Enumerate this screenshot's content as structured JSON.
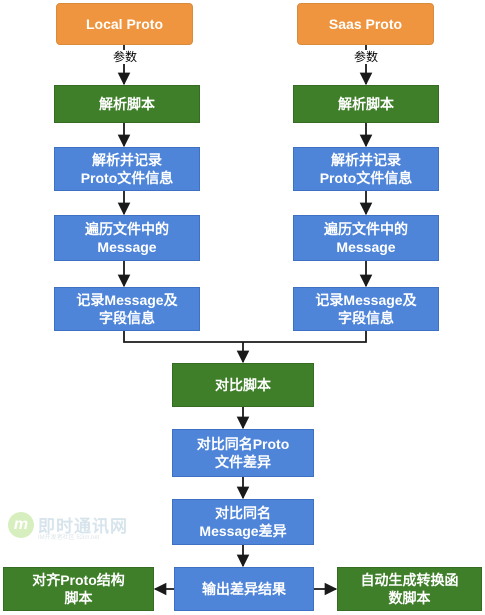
{
  "nodes": {
    "local_proto": "Local Proto",
    "saas_proto": "Saas Proto",
    "left_parse": "解析脚本",
    "left_record_file": "解析并记录\nProto文件信息",
    "left_traverse": "遍历文件中的\nMessage",
    "left_record_message": "记录Message及\n字段信息",
    "right_parse": "解析脚本",
    "right_record_file": "解析并记录\nProto文件信息",
    "right_traverse": "遍历文件中的\nMessage",
    "right_record_message": "记录Message及\n字段信息",
    "compare_script": "对比脚本",
    "compare_proto": "对比同名Proto\n文件差异",
    "compare_message": "对比同名\nMessage差异",
    "output_diff": "输出差异结果",
    "align_script": "对齐Proto结构\n脚本",
    "auto_generate": "自动生成转换函\n数脚本"
  },
  "edge_labels": {
    "left_param": "参数",
    "right_param": "参数"
  },
  "watermark": {
    "logo_letter": "m",
    "title": "即时通讯网",
    "subtitle": "IM开发者社区 52im.net"
  },
  "colors": {
    "source": "#f0953f",
    "script": "#3f7f29",
    "process": "#4f85d9",
    "line": "#1a1a1a"
  }
}
